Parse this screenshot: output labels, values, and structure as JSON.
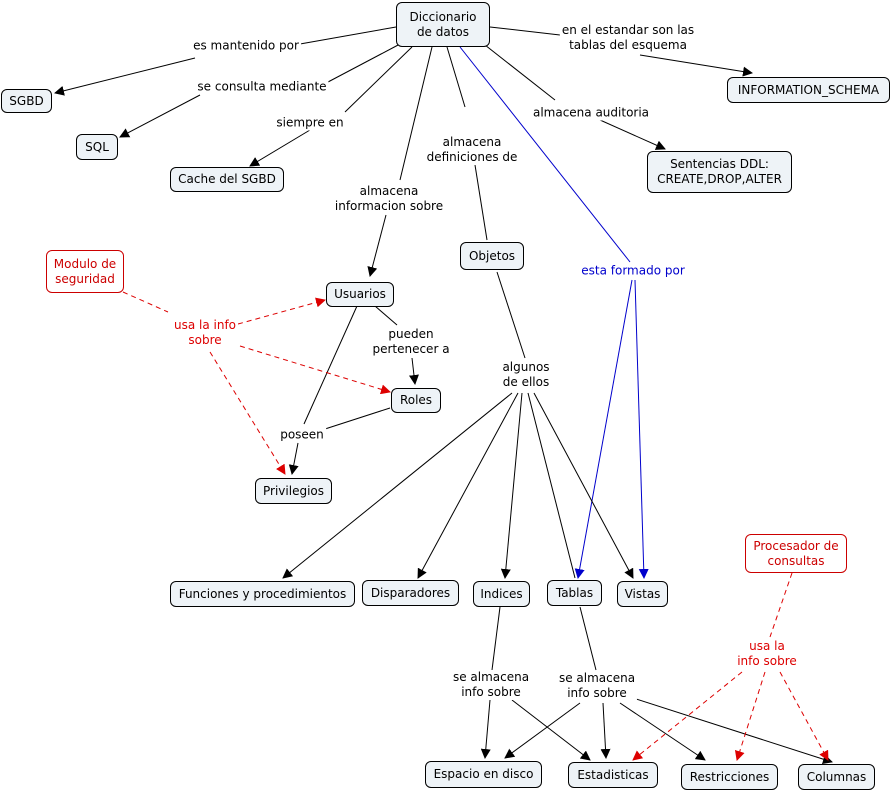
{
  "colors": {
    "node_fill": "#eef3f7",
    "black": "#000000",
    "red": "#dd0000",
    "blue": "#0000cc"
  },
  "nodes": {
    "diccionario": "Diccionario\nde datos",
    "sgbd": "SGBD",
    "sql": "SQL",
    "cache": "Cache del SGBD",
    "information_schema": "INFORMATION_SCHEMA",
    "sentencias_ddl": "Sentencias DDL:\nCREATE,DROP,ALTER",
    "objetos": "Objetos",
    "usuarios": "Usuarios",
    "roles": "Roles",
    "privilegios": "Privilegios",
    "modulo_seguridad": "Modulo de\nseguridad",
    "funciones": "Funciones y procedimientos",
    "disparadores": "Disparadores",
    "indices": "Indices",
    "tablas": "Tablas",
    "vistas": "Vistas",
    "procesador_consultas": "Procesador de\nconsultas",
    "espacio_disco": "Espacio en disco",
    "estadisticas": "Estadisticas",
    "restricciones": "Restricciones",
    "columnas": "Columnas"
  },
  "labels": {
    "es_mantenido_por": "es mantenido por",
    "se_consulta_mediante": "se consulta mediante",
    "siempre_en": "siempre en",
    "en_el_estandar": "en el estandar son las\ntablas del esquema",
    "almacena_auditoria": "almacena auditoria",
    "almacena_definiciones": "almacena\ndefiniciones de",
    "almacena_informacion": "almacena\ninformacion sobre",
    "esta_formado_por": "esta formado por",
    "usa_la_info_sobre_1": "usa la info\nsobre",
    "pueden_pertenecer": "pueden\npertenecer a",
    "poseen": "poseen",
    "algunos_de_ellos": "algunos\nde ellos",
    "se_almacena_info_1": "se almacena\ninfo sobre",
    "se_almacena_info_2": "se almacena\ninfo sobre",
    "usa_la_info_sobre_2": "usa la\ninfo sobre"
  }
}
